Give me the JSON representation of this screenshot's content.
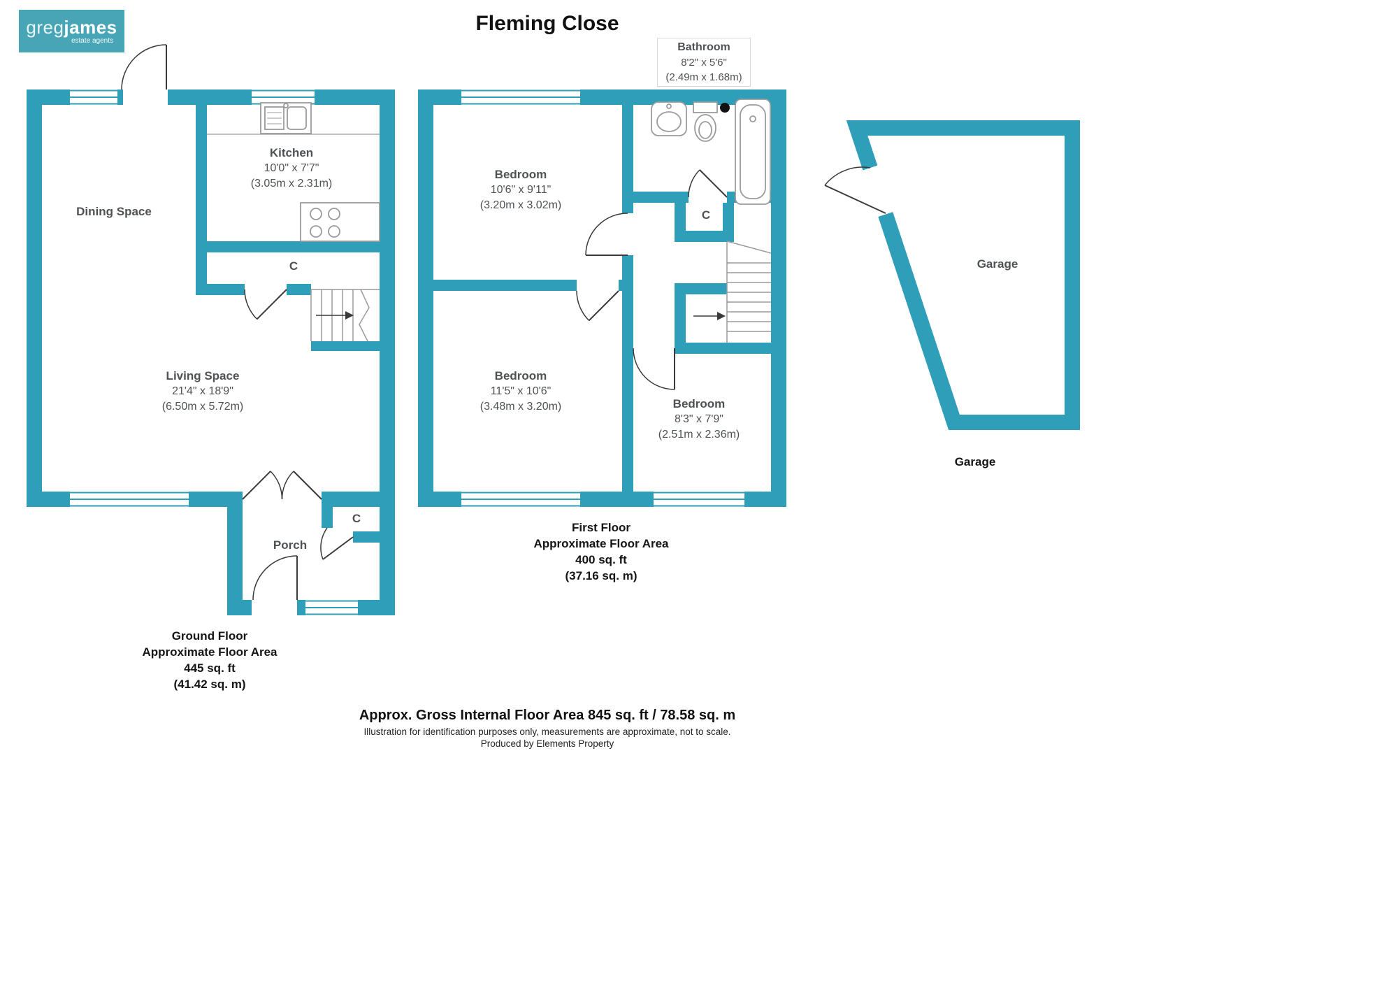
{
  "title": "Fleming Close",
  "colors": {
    "wall": "#2f9eb8",
    "line": "#3a3a3a",
    "fixture": "#9b9b9b",
    "logo_bg": "#47a5b6",
    "label_text": "#4f5254"
  },
  "logo": {
    "name_light": "greg",
    "name_bold": "james",
    "tagline": "estate agents"
  },
  "ground_floor": {
    "rooms": {
      "kitchen": {
        "name": "Kitchen",
        "dims": "10'0\" x 7'7\"",
        "metric": "(3.05m x 2.31m)"
      },
      "dining": {
        "name": "Dining Space"
      },
      "living": {
        "name": "Living Space",
        "dims": "21'4\" x 18'9\"",
        "metric": "(6.50m x 5.72m)"
      },
      "closet1": {
        "name": "C"
      },
      "porch": {
        "name": "Porch"
      },
      "closet2": {
        "name": "C"
      }
    },
    "caption": {
      "line1": "Ground Floor",
      "line2": "Approximate Floor Area",
      "line3": "445 sq. ft",
      "line4": "(41.42 sq. m)"
    }
  },
  "first_floor": {
    "rooms": {
      "bathroom": {
        "name": "Bathroom",
        "dims": "8'2\" x 5'6\"",
        "metric": "(2.49m x 1.68m)"
      },
      "bedroom1": {
        "name": "Bedroom",
        "dims": "10'6\" x 9'11\"",
        "metric": "(3.20m x 3.02m)"
      },
      "bedroom2": {
        "name": "Bedroom",
        "dims": "11'5\" x 10'6\"",
        "metric": "(3.48m x 3.20m)"
      },
      "bedroom3": {
        "name": "Bedroom",
        "dims": "8'3\" x 7'9\"",
        "metric": "(2.51m x 2.36m)"
      },
      "closet": {
        "name": "C"
      }
    },
    "caption": {
      "line1": "First Floor",
      "line2": "Approximate Floor Area",
      "line3": "400 sq. ft",
      "line4": "(37.16 sq. m)"
    }
  },
  "garage": {
    "room_label": "Garage",
    "caption": "Garage"
  },
  "footer": {
    "line1": "Approx. Gross Internal Floor Area 845 sq. ft / 78.58 sq. m",
    "line2": "Illustration for identification purposes only, measurements are approximate, not to scale.",
    "line3": "Produced by Elements Property"
  }
}
